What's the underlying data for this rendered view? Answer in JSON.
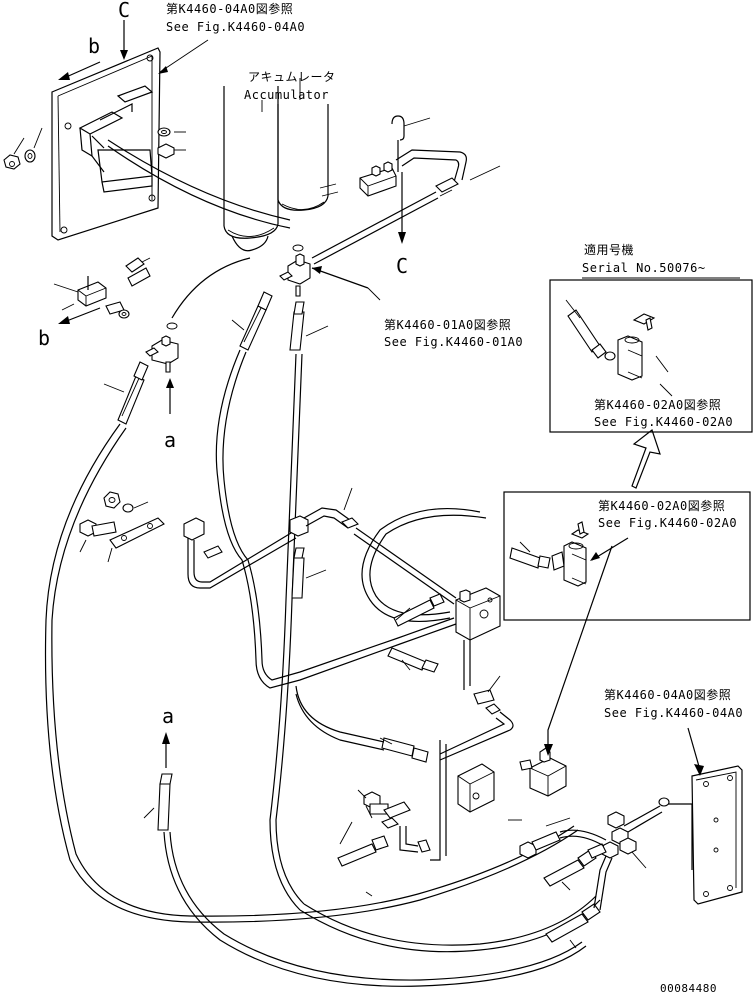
{
  "callouts": {
    "ref_04a0_top_jp": "第K4460-04A0図参照",
    "ref_04a0_top_en": "See Fig.K4460-04A0",
    "accumulator_jp": "アキュムレータ",
    "accumulator_en": "Accumulator",
    "ref_01a0_jp": "第K4460-01A0図参照",
    "ref_01a0_en": "See Fig.K4460-01A0",
    "serial_jp": "適用号機",
    "serial_en": "Serial No.50076~",
    "ref_02a0_inset_jp": "第K4460-02A0図参照",
    "ref_02a0_inset_en": "See Fig.K4460-02A0",
    "ref_02a0_mid_jp": "第K4460-02A0図参照",
    "ref_02a0_mid_en": "See Fig.K4460-02A0",
    "ref_04a0_bottom_jp": "第K4460-04A0図参照",
    "ref_04a0_bottom_en": "See Fig.K4460-04A0"
  },
  "letters": {
    "c_top": "C",
    "c_mid": "C",
    "b_top": "b",
    "b_mid": "b",
    "a_mid": "a",
    "a_bottom": "a"
  },
  "drawing_number": "00084480"
}
